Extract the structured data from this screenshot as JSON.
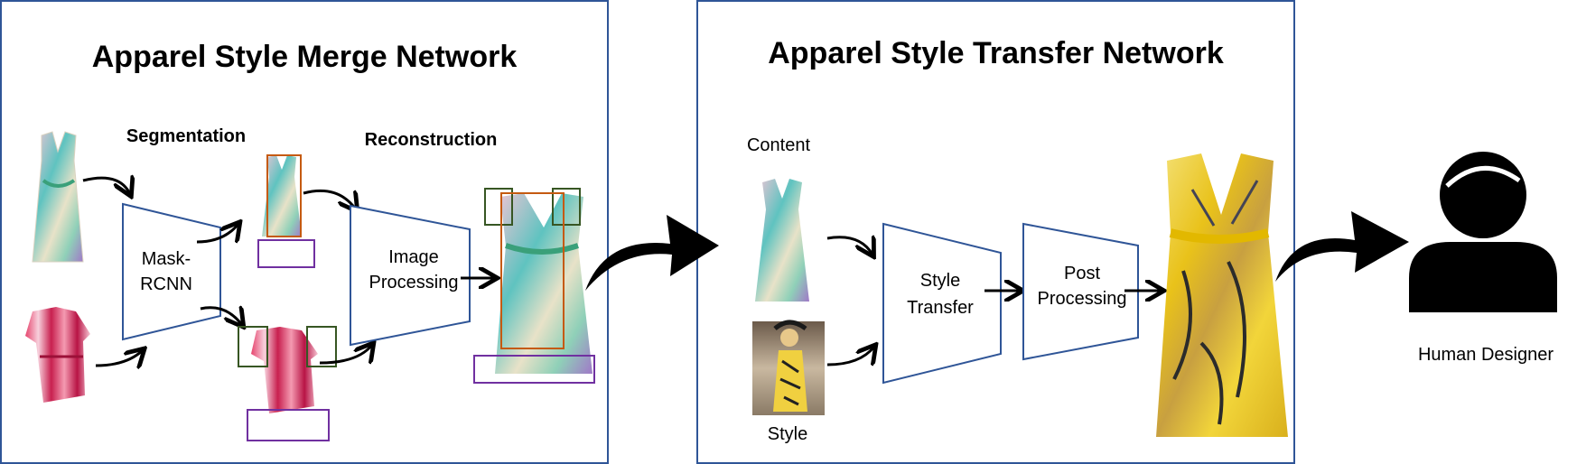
{
  "panel_merge": {
    "title": "Apparel Style Merge Network",
    "segmentation_label": "Segmentation",
    "reconstruction_label": "Reconstruction",
    "mask_rcnn": {
      "line1": "Mask-",
      "line2": "RCNN"
    },
    "image_processing": {
      "line1": "Image",
      "line2": "Processing"
    }
  },
  "panel_transfer": {
    "title": "Apparel Style Transfer Network",
    "content_label": "Content",
    "style_label": "Style",
    "style_transfer": {
      "line1": "Style",
      "line2": "Transfer"
    },
    "post_processing": {
      "line1": "Post",
      "line2": "Processing"
    }
  },
  "human_designer_label": "Human Designer",
  "colors": {
    "panel_border": "#2f5597",
    "box_orange": "#c55a11",
    "box_green": "#375623",
    "box_purple": "#7030a0"
  }
}
